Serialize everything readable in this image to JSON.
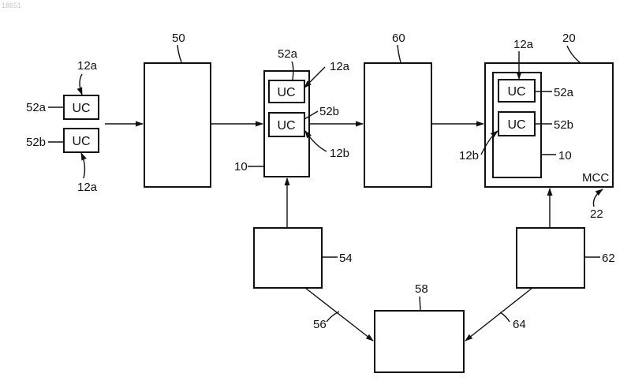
{
  "stamp": "18651",
  "uc_text": "UC",
  "labels": {
    "b50": "50",
    "b60": "60",
    "b20": "20",
    "b54": "54",
    "b58": "58",
    "b62": "62",
    "l56": "56",
    "l64": "64",
    "l22": "22",
    "mcc": "MCC",
    "left_52a": "52a",
    "left_52b": "52b",
    "left_12a_top": "12a",
    "left_12a_bottom": "12a",
    "mid_52a": "52a",
    "mid_12a": "12a",
    "mid_52b": "52b",
    "mid_12b": "12b",
    "mid_10": "10",
    "right_12a": "12a",
    "right_52a": "52a",
    "right_52b": "52b",
    "right_12b": "12b",
    "right_10": "10"
  }
}
